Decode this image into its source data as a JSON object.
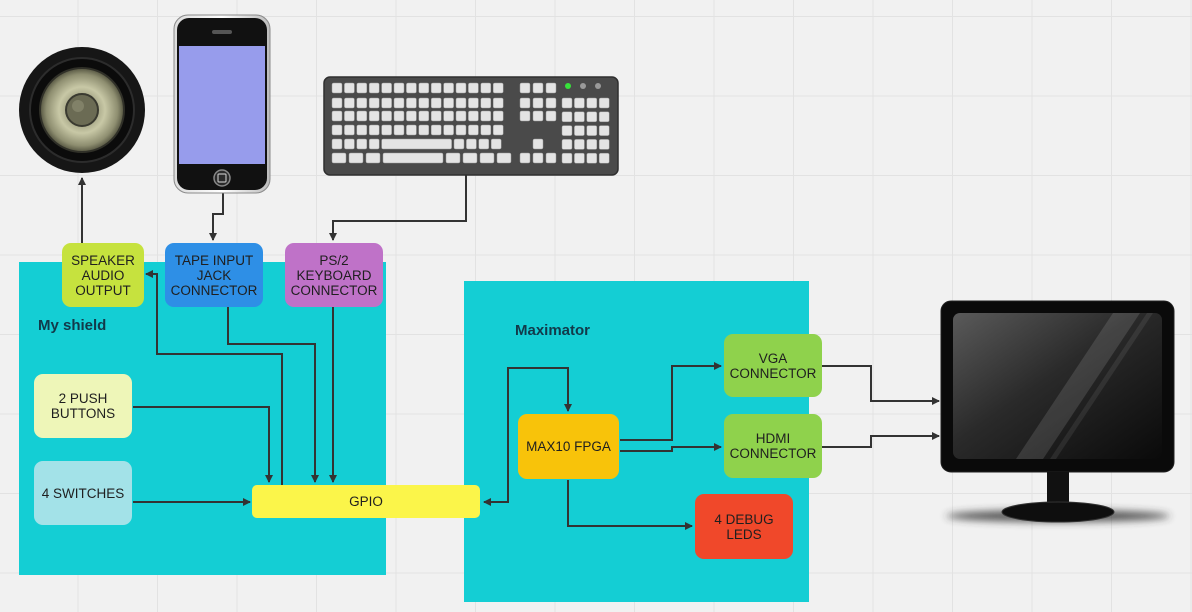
{
  "panels": {
    "shield": {
      "title": "My shield"
    },
    "maximator": {
      "title": "Maximator"
    }
  },
  "blocks": {
    "speaker": "SPEAKER AUDIO OUTPUT",
    "tape": "TAPE INPUT JACK CONNECTOR",
    "ps2": "PS/2 KEYBOARD CONNECTOR",
    "push": "2 PUSH BUTTONS",
    "switches": "4 SWITCHES",
    "gpio": "GPIO",
    "fpga": "MAX10 FPGA",
    "vga": "VGA CONNECTOR",
    "hdmi": "HDMI CONNECTOR",
    "leds": "4 DEBUG LEDS"
  },
  "colors": {
    "panel": "#14ced4",
    "speaker": "#c6e23e",
    "tape": "#2e8fe6",
    "ps2": "#bf72c8",
    "push": "#eef6b8",
    "switches": "#a3e2e8",
    "gpio": "#fbf54a",
    "fpga": "#f8c30a",
    "vga": "#8fd24c",
    "hdmi": "#8fd24c",
    "leds": "#f0482a"
  },
  "icons": [
    "speaker-icon",
    "smartphone-icon",
    "keyboard-icon",
    "monitor-icon"
  ]
}
